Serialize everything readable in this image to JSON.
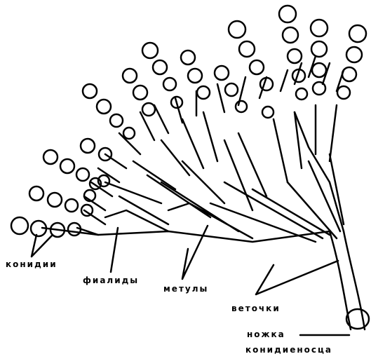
{
  "diagram": {
    "labels": {
      "konidii": "конидии",
      "fialidy": "фиалиды",
      "metuly": "метулы",
      "vetochki": "веточки",
      "nozhka": "ножка",
      "konidienosets": "конидиеносца"
    },
    "colors": {
      "stroke": "#000000",
      "fill": "#ffffff"
    }
  }
}
